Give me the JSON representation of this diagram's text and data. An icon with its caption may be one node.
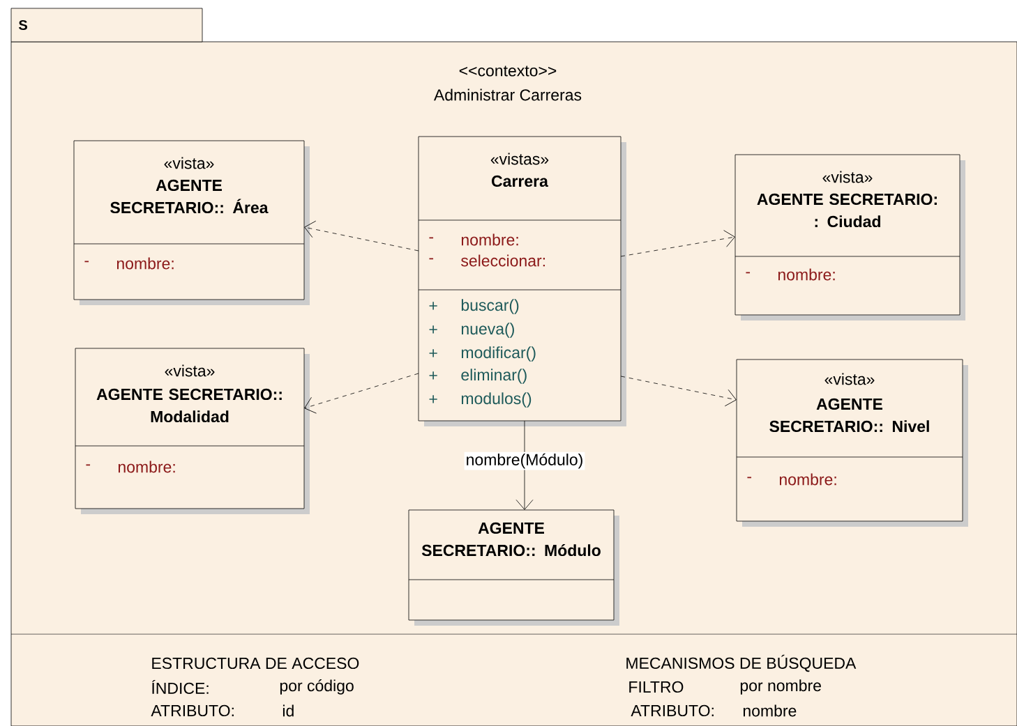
{
  "diagram": {
    "nodes": [
      {
        "text": [
          "S",
          "<<contexto>>",
          "Administrar Carreras"
        ]
      },
      {
        "text": [
          "«vista»",
          "AGENTE SECRETARIO:: Área",
          "-",
          "nombre:"
        ],
        "in": 0
      },
      {
        "text": [
          "«vistas»",
          "Carrera",
          "-",
          "nombre:",
          "-",
          "seleccionar:",
          "+",
          "buscar()",
          "+",
          "nueva()",
          "+",
          "modificar()",
          "+",
          "eliminar()",
          "+",
          "modulos()"
        ],
        "in": 0
      },
      {
        "text": [
          "«vista»",
          "AGENTE SECRETARIO: : Ciudad",
          "-",
          "nombre:"
        ],
        "in": 0
      },
      {
        "text": [
          "«vista»",
          "AGENTE SECRETARIO:: Modalidad",
          "-",
          "nombre:"
        ],
        "in": 0
      },
      {
        "text": [
          "«vista»",
          "AGENTE SECRETARIO:: Nivel",
          "-",
          "nombre:"
        ],
        "in": 0
      },
      {
        "text": [
          "AGENTE SECRETARIO:: Módulo"
        ],
        "in": 0
      }
    ],
    "edges": [
      {
        "from": 2,
        "to": 1,
        "arrow": "to",
        "style": "dashed"
      },
      {
        "from": 2,
        "to": 3,
        "arrow": "to",
        "style": "dashed"
      },
      {
        "from": 2,
        "to": 4,
        "arrow": "to",
        "style": "dashed"
      },
      {
        "from": 2,
        "to": 5,
        "arrow": "to",
        "style": "dashed"
      },
      {
        "from": 2,
        "to": 6,
        "arrow": "to",
        "label": "nombre(Módulo)"
      }
    ],
    "labels": [
      "ESTRUCTURA DE ACCESO",
      "MECANISMOS DE BÚSQUEDA",
      "ÍNDICE:",
      "por código",
      "FILTRO",
      "por nombre",
      "ATRIBUTO:",
      "id",
      "ATRIBUTO:",
      "nombre"
    ]
  }
}
